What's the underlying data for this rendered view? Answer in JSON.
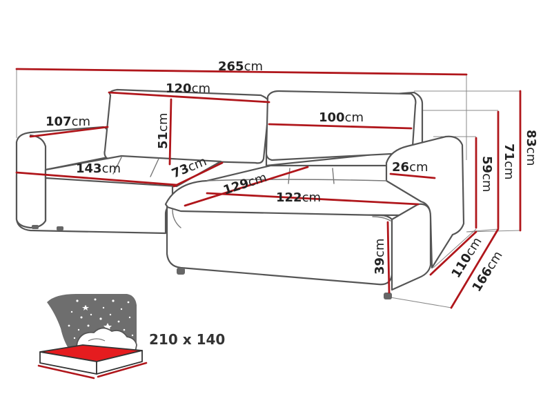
{
  "unit": "cm",
  "colors": {
    "dimension_line": "#b0161b",
    "outline": "#555555",
    "label_text": "#222222",
    "bed_surface": "#e51c1f",
    "night_sky": "#6e6e6e"
  },
  "dimensions": {
    "total_width": "265",
    "back_cushion_width": "120",
    "back_cushion_height": "51",
    "armrest_depth_left": "107",
    "right_back_cushion_width": "100",
    "seat_width": "143",
    "seat_depth": "73",
    "chaise_length": "129",
    "chaise_width": "122",
    "armrest_width": "26",
    "armrest_height": "59",
    "seat_back_height": "71",
    "total_height": "83",
    "seat_height": "39",
    "depth": "110",
    "chaise_depth": "166"
  },
  "bed": {
    "label": "210 x 140",
    "icon": "night-sky-bed-icon"
  }
}
